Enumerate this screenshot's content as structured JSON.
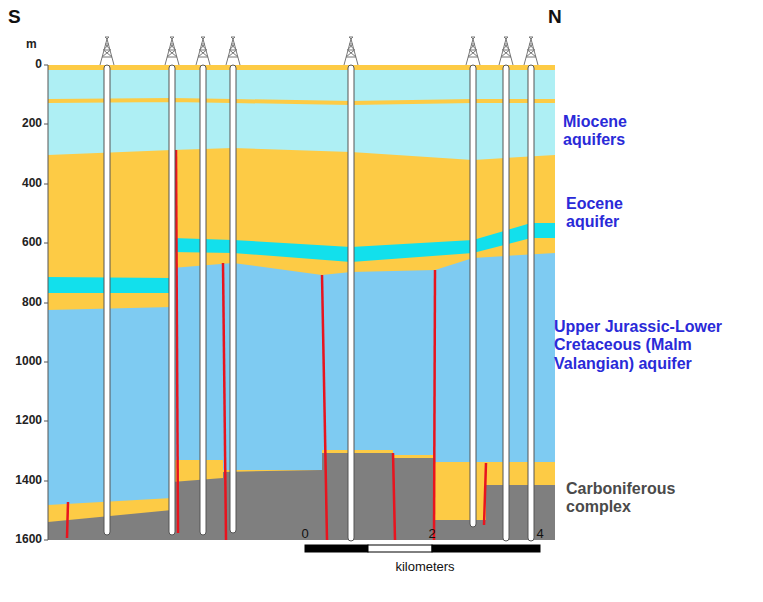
{
  "diagram": {
    "labels": [
      "S",
      "N",
      "m",
      "0",
      "200",
      "400",
      "600",
      "800",
      "1000",
      "1200",
      "1400",
      "1600",
      "Miocene aquifers",
      "Eocene aquifer",
      "Upper Jurassic-Lower Cretaceous (Malm Valangian) aquifer",
      "Carboniferous complex",
      "0",
      "2",
      "4",
      "kilometers"
    ]
  }
}
